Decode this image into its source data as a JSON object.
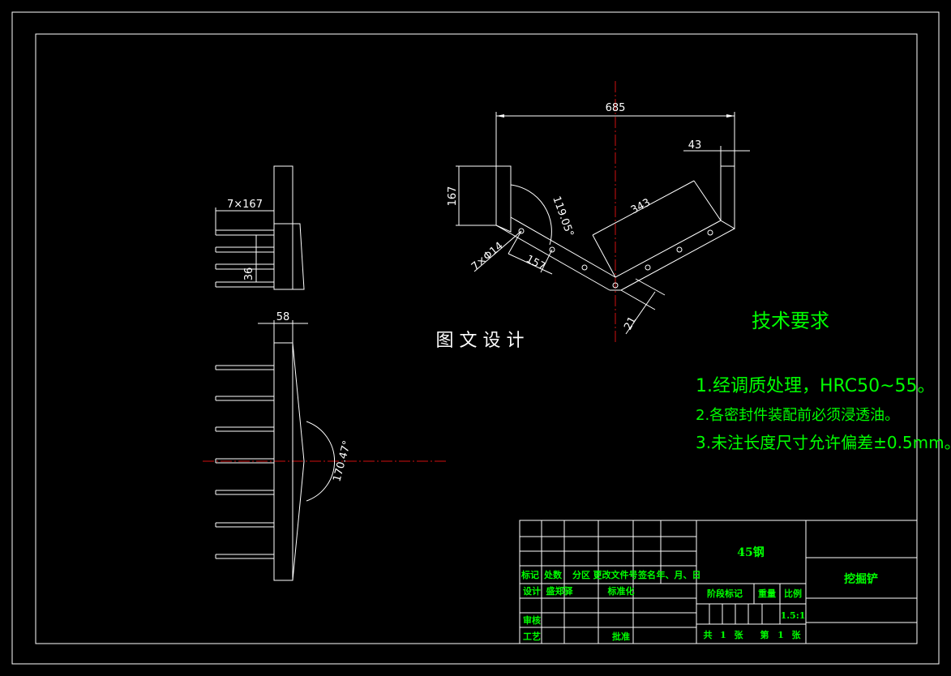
{
  "drawing": {
    "dimensions": {
      "overall_width": "685",
      "tip_width": "43",
      "plate_height": "167",
      "bend_angle": "119.05°",
      "arm_length": "343",
      "hole_spec": "7×Φ14",
      "hole_pitch": "157",
      "plate_thickness": "21",
      "side_width": "7×167",
      "side_pitch": "36",
      "top_width": "58",
      "fan_angle": "170.47°"
    },
    "watermark": "图 文 设 计",
    "requirements": {
      "title": "技术要求",
      "items": [
        "1.经调质处理，HRC50~55。",
        "2.各密封件装配前必须浸透油。",
        "3.未注长度尺寸允许偏差±0.5mm。"
      ]
    }
  },
  "title_block": {
    "headers": [
      "标记",
      "处数",
      "分区",
      "更改文件号",
      "签名",
      "年、月、日"
    ],
    "design_label": "设计",
    "designer": "盛郑驿",
    "standardization": "标准化",
    "review": "审核",
    "process": "工艺",
    "approve": "批准",
    "material": "45钢",
    "stage_mark": "阶段标记",
    "weight": "重量",
    "scale_label": "比例",
    "scale_value": "1.5:1",
    "total_label": "共",
    "total_count": "1",
    "sheet_unit": "张",
    "current_label": "第",
    "current_count": "1",
    "current_unit": "张",
    "part_name": "挖掘铲"
  }
}
